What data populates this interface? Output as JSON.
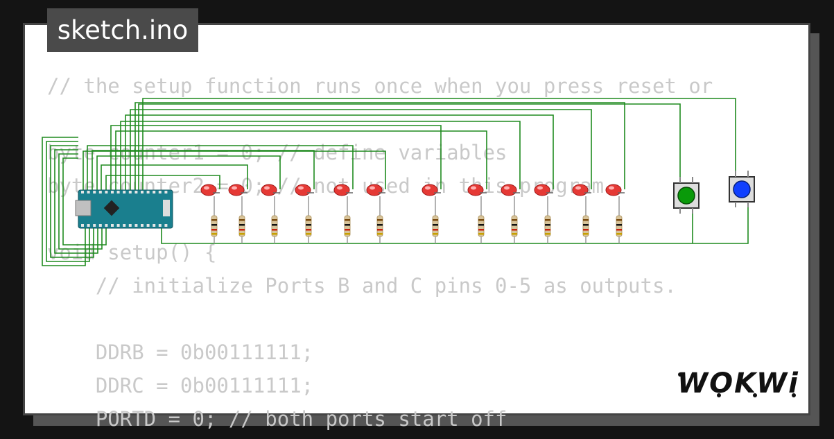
{
  "file_tab": {
    "label": "sketch.ino"
  },
  "logo": {
    "text": "WOKWi"
  },
  "code_lines": [
    "// the setup function runs once when you press reset or",
    "",
    "byte counter1 = 0; // define variables",
    "byte counter2 = 0; // not used in this program",
    "",
    "void setup() {",
    "    // initialize Ports B and C pins 0-5 as outputs.",
    "",
    "    DDRB = 0b00111111;",
    "    DDRC = 0b00111111;",
    "    PORTD = 0; // both ports start off"
  ],
  "circuit": {
    "led_count": 12,
    "led_color": "#e53935",
    "wire_color": "#1e8a1e",
    "board_color": "#1a7f8e",
    "buttons": [
      {
        "name": "green-pushbutton",
        "cap_color": "#0a9a0a"
      },
      {
        "name": "blue-pushbutton",
        "cap_color": "#1040ff"
      }
    ]
  }
}
